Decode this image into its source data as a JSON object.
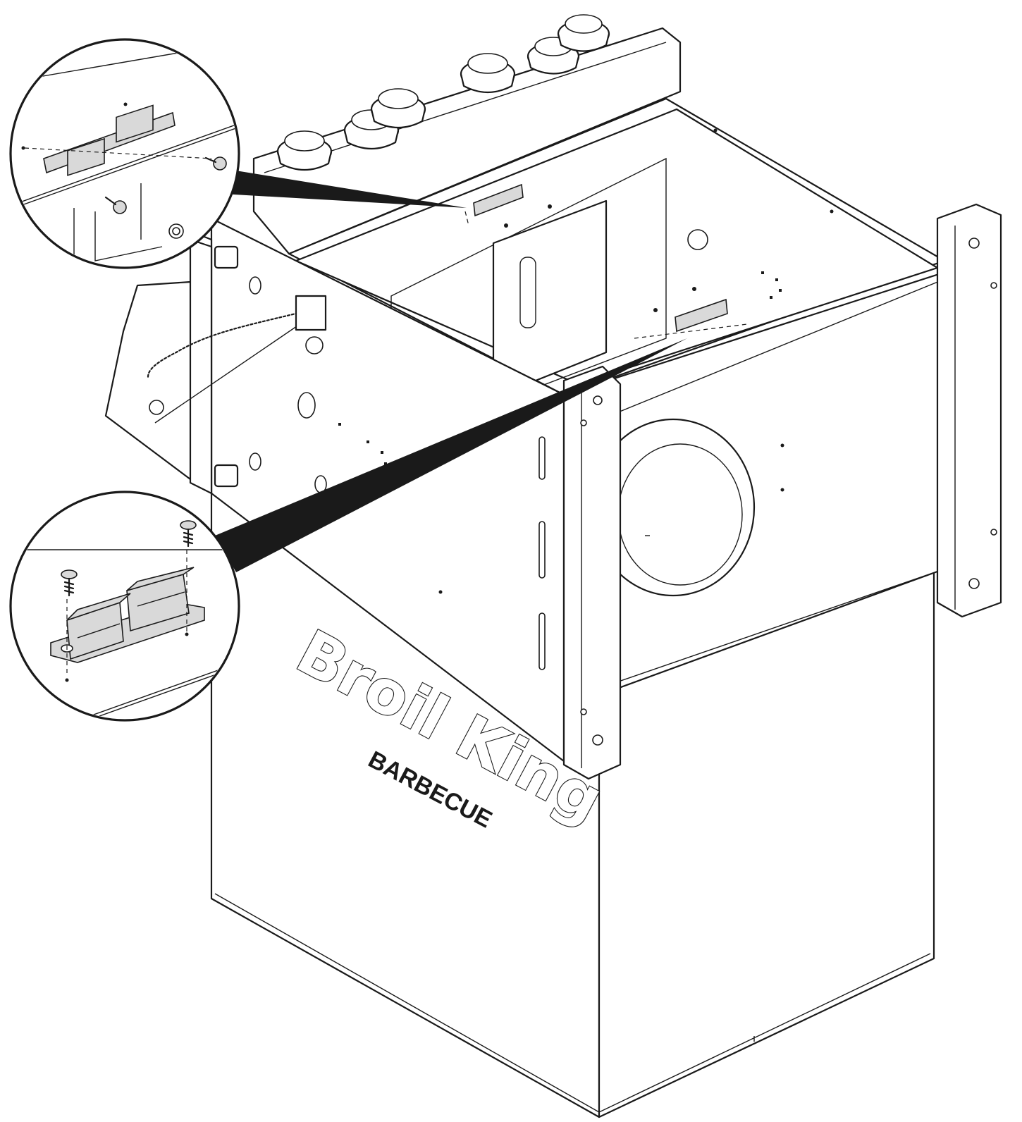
{
  "logo": {
    "brand": "Broil King",
    "subtitle": "BARBECUE"
  },
  "colors": {
    "line": "#1a1a1a",
    "background": "#ffffff",
    "part_fill": "#d9d9d9"
  },
  "callouts": [
    {
      "name": "upper-magnet-latch-detail",
      "part": "magnetic catch with two screws"
    },
    {
      "name": "lower-magnet-latch-detail",
      "part": "magnetic catch with two screws"
    }
  ]
}
